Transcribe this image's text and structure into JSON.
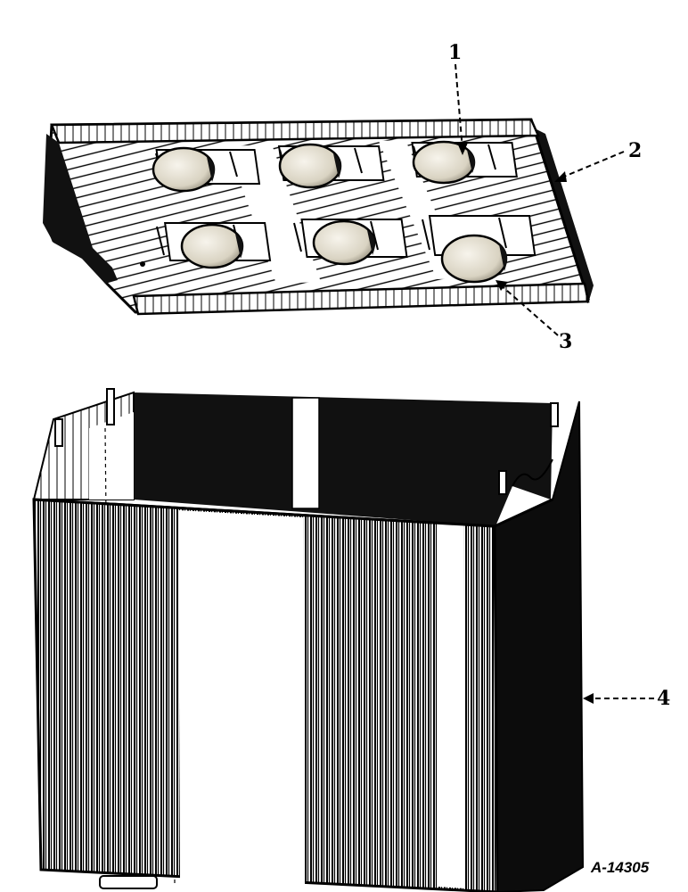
{
  "figure": {
    "figure_id": "A-14305",
    "parts": [
      {
        "label": "1",
        "part": "cover-vent-cell"
      },
      {
        "label": "2",
        "part": "cover"
      },
      {
        "label": "3",
        "part": "cover-vent-cell"
      },
      {
        "label": "4",
        "part": "case"
      }
    ]
  },
  "colors": {
    "ink": "#000000",
    "paper": "#ffffff",
    "cap": "#eae6da"
  }
}
